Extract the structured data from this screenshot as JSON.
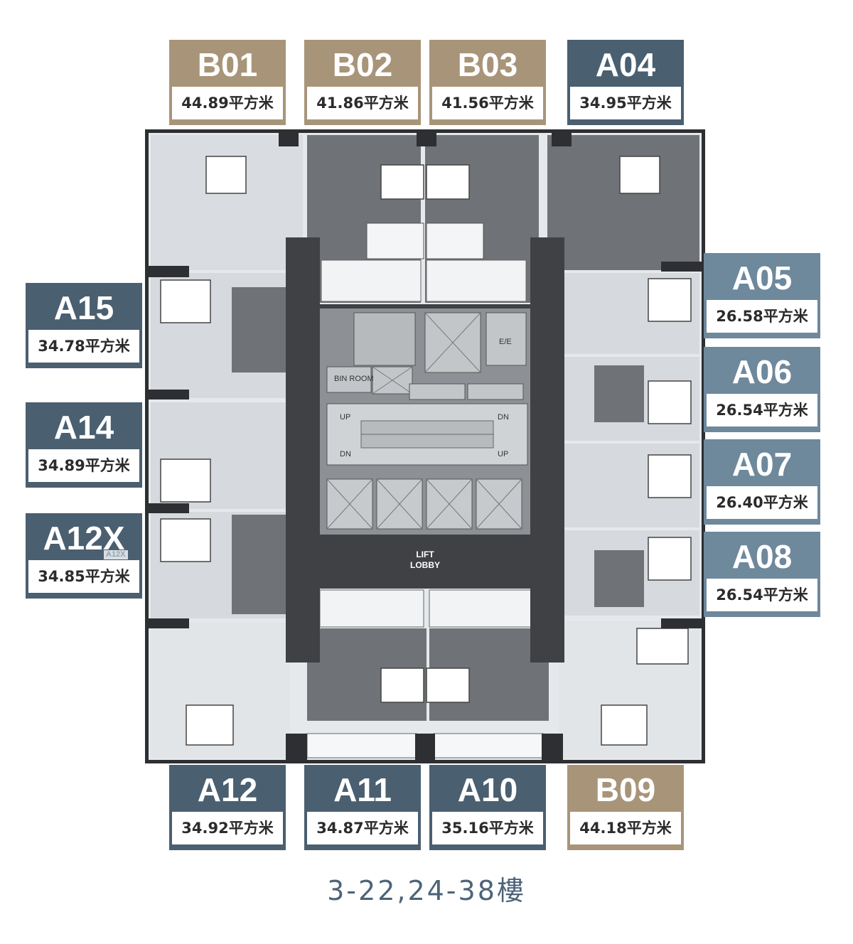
{
  "colors": {
    "gold": "#a89579",
    "slate_dark": "#4a5f70",
    "slate_light": "#6e889c",
    "floors_text": "#4d6478"
  },
  "units": {
    "b01": {
      "code": "B01",
      "area": "44.89平方米",
      "color": "#a89579"
    },
    "b02": {
      "code": "B02",
      "area": "41.86平方米",
      "color": "#a89579"
    },
    "b03": {
      "code": "B03",
      "area": "41.56平方米",
      "color": "#a89579"
    },
    "a04": {
      "code": "A04",
      "area": "34.95平方米",
      "color": "#4a5f70"
    },
    "a05": {
      "code": "A05",
      "area": "26.58平方米",
      "color": "#6e889c"
    },
    "a06": {
      "code": "A06",
      "area": "26.54平方米",
      "color": "#6e889c"
    },
    "a07": {
      "code": "A07",
      "area": "26.40平方米",
      "color": "#6e889c"
    },
    "a08": {
      "code": "A08",
      "area": "26.54平方米",
      "color": "#6e889c"
    },
    "b09": {
      "code": "B09",
      "area": "44.18平方米",
      "color": "#a89579"
    },
    "a10": {
      "code": "A10",
      "area": "35.16平方米",
      "color": "#4a5f70"
    },
    "a11": {
      "code": "A11",
      "area": "34.87平方米",
      "color": "#4a5f70"
    },
    "a12": {
      "code": "A12",
      "area": "34.92平方米",
      "color": "#4a5f70"
    },
    "a12x": {
      "code": "A12X",
      "area": "34.85平方米",
      "color": "#4a5f70",
      "tag": "A12X"
    },
    "a14": {
      "code": "A14",
      "area": "34.89平方米",
      "color": "#4a5f70"
    },
    "a15": {
      "code": "A15",
      "area": "34.78平方米",
      "color": "#4a5f70"
    }
  },
  "plan": {
    "bin_room": "BIN ROOM",
    "ee": "E/E",
    "up": "UP",
    "dn": "DN",
    "lift": "LIFT",
    "lobby": "LOBBY"
  },
  "floors_label": "3-22,24-38樓"
}
